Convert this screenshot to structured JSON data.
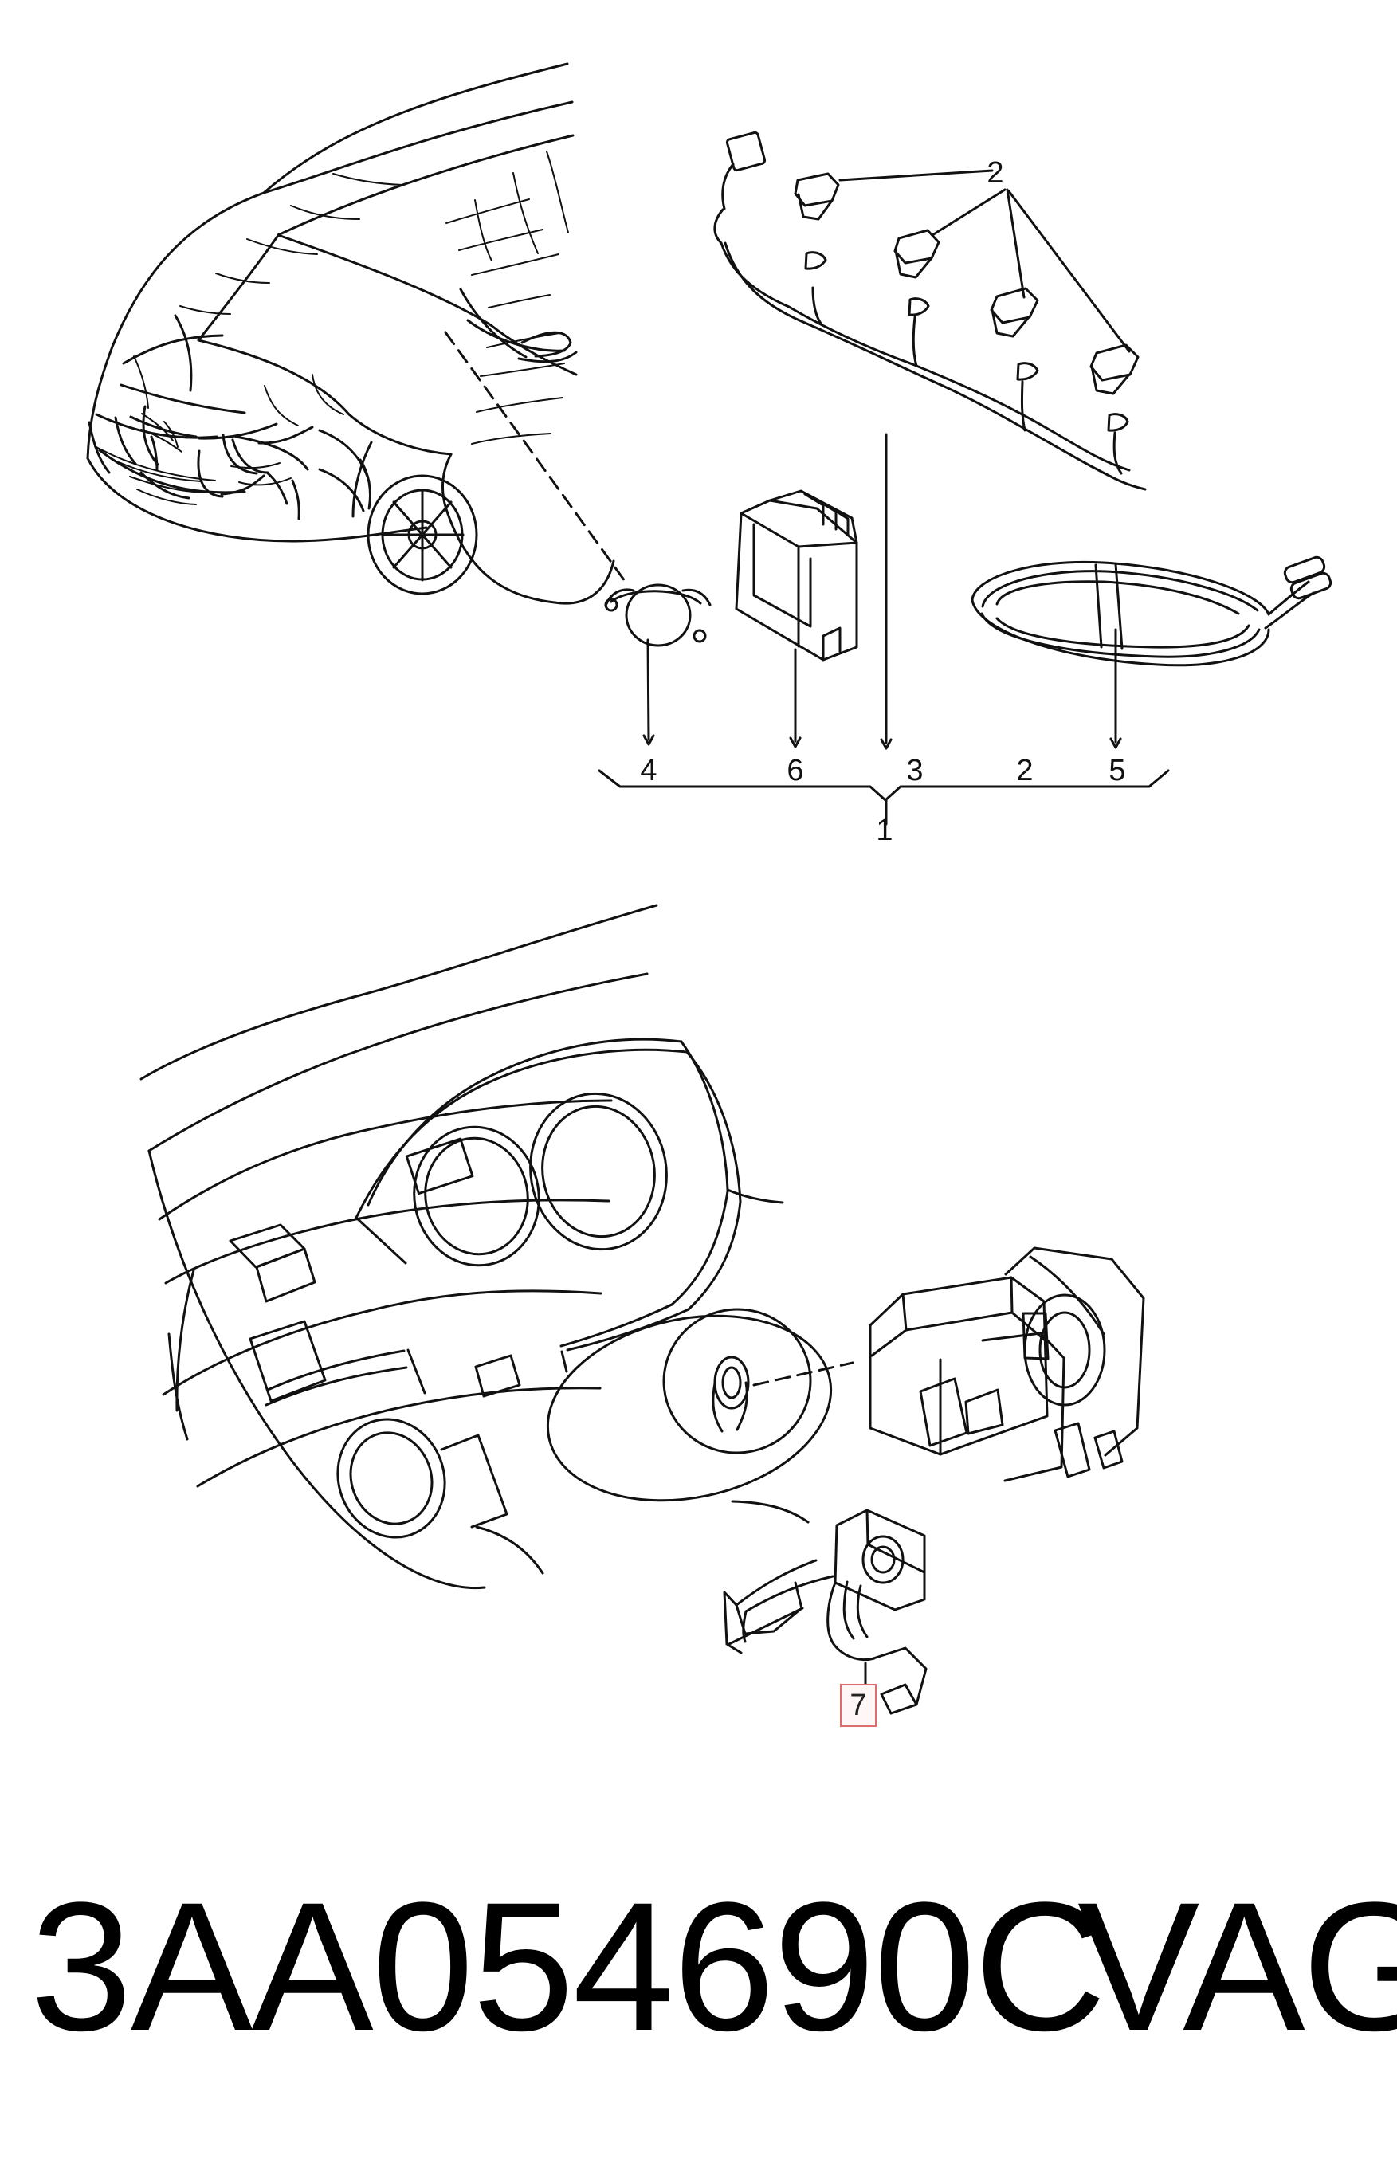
{
  "callouts": {
    "top_group_number": "1",
    "label_2_top": "2",
    "label_4": "4",
    "label_6": "6",
    "label_3": "3",
    "label_2_bottom": "2",
    "label_5": "5",
    "label_7": "7"
  },
  "footer": {
    "part_number": "3AA054690C",
    "brand": "VAG"
  },
  "icons": {
    "car_front_icon": "car-front",
    "wiring_harness_icon": "wiring-harness",
    "control_module_icon": "control-module",
    "sensor_icon": "parking-sensor",
    "cable_loop_icon": "cable-loop",
    "dashboard_icon": "dashboard",
    "steering_column_switch_icon": "steering-column-switch",
    "stalk_switch_icon": "stalk-switch"
  },
  "colors": {
    "ink": "#111111",
    "highlight_border": "#e06b6b",
    "highlight_fill": "#fff7f7",
    "background": "#ffffff"
  }
}
